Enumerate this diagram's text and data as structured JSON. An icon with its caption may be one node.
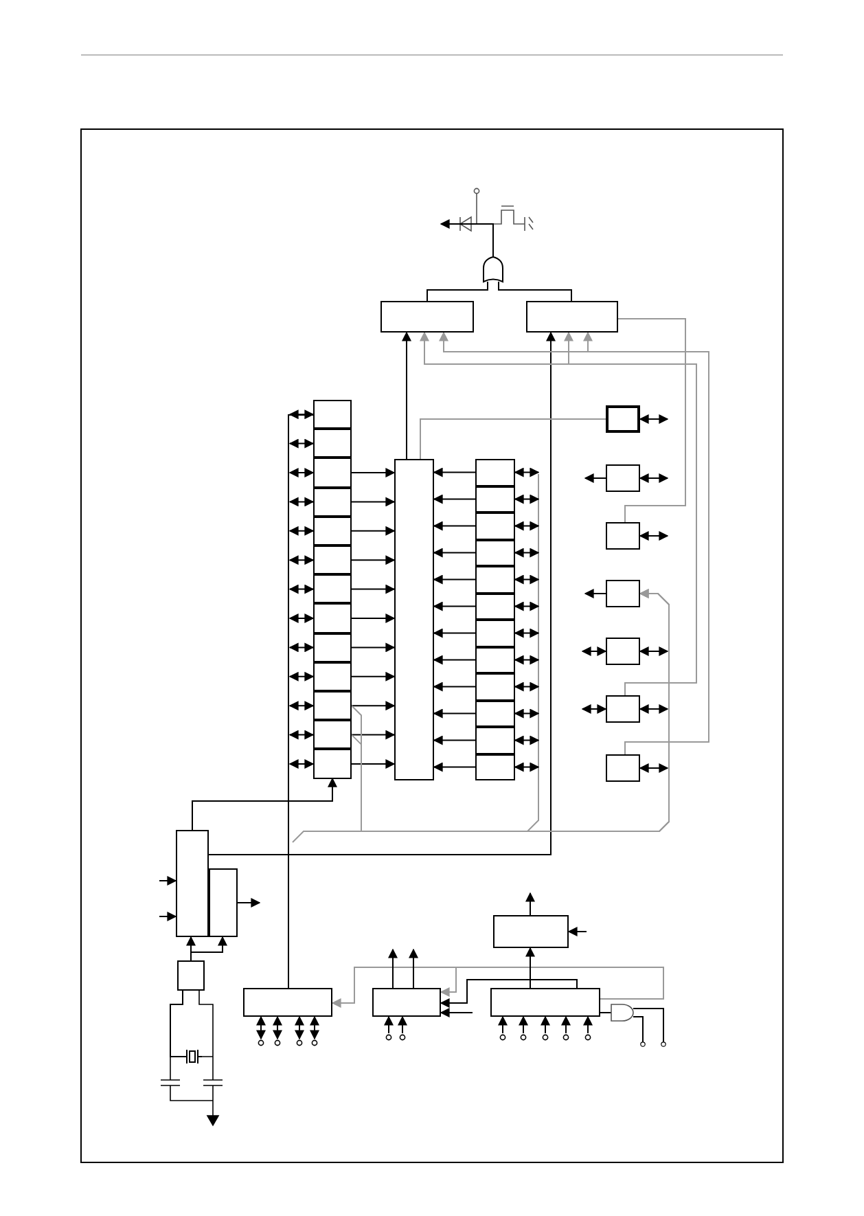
{
  "diagram": {
    "nodes": [
      {
        "text": [],
        "shape": "box"
      },
      {
        "text": [],
        "shape": "box"
      },
      {
        "text": [],
        "shape": "gate"
      },
      {
        "text": [],
        "shape": "box"
      },
      {
        "text": [],
        "shape": "box"
      },
      {
        "text": [],
        "shape": "box"
      },
      {
        "text": [],
        "shape": "box"
      },
      {
        "text": [],
        "shape": "box"
      },
      {
        "text": [],
        "shape": "box"
      },
      {
        "text": [],
        "shape": "box"
      },
      {
        "text": [],
        "shape": "box"
      },
      {
        "text": [],
        "shape": "box"
      },
      {
        "text": [],
        "shape": "box"
      },
      {
        "text": [],
        "shape": "box"
      },
      {
        "text": [],
        "shape": "box"
      },
      {
        "text": [],
        "shape": "box"
      },
      {
        "text": [],
        "shape": "bar"
      },
      {
        "text": [],
        "shape": "box"
      },
      {
        "text": [],
        "shape": "box"
      },
      {
        "text": [],
        "shape": "box"
      },
      {
        "text": [],
        "shape": "box"
      },
      {
        "text": [],
        "shape": "box"
      },
      {
        "text": [],
        "shape": "box"
      },
      {
        "text": [],
        "shape": "box"
      },
      {
        "text": [],
        "shape": "box"
      },
      {
        "text": [],
        "shape": "box"
      },
      {
        "text": [],
        "shape": "box"
      },
      {
        "text": [],
        "shape": "box"
      },
      {
        "text": [],
        "shape": "box"
      },
      {
        "text": [],
        "shape": "box"
      },
      {
        "text": [],
        "shape": "box"
      },
      {
        "text": [],
        "shape": "box"
      },
      {
        "text": [],
        "shape": "box"
      },
      {
        "text": [],
        "shape": "box"
      },
      {
        "text": [],
        "shape": "box"
      },
      {
        "text": [],
        "shape": "box"
      },
      {
        "text": [],
        "shape": "box"
      },
      {
        "text": [],
        "shape": "box"
      },
      {
        "text": [],
        "shape": "box"
      },
      {
        "text": [],
        "shape": "crystal"
      },
      {
        "text": [],
        "shape": "box"
      },
      {
        "text": [],
        "shape": "box"
      },
      {
        "text": [],
        "shape": "box"
      },
      {
        "text": [],
        "shape": "box"
      },
      {
        "text": [],
        "shape": "gate"
      }
    ],
    "edges": [
      {
        "from": 0,
        "to": 2,
        "arrow": "none"
      },
      {
        "from": 1,
        "to": 2,
        "arrow": "none"
      },
      {
        "from": 2,
        "to": null,
        "arrow": "to"
      },
      {
        "from": 16,
        "to": 0,
        "arrow": "to"
      },
      {
        "from": 36,
        "to": 1,
        "arrow": "to"
      },
      {
        "from": 34,
        "to": 0,
        "arrow": "to",
        "color": "#999999"
      },
      {
        "from": 34,
        "to": 1,
        "arrow": "to",
        "color": "#999999"
      },
      {
        "from": 35,
        "to": 0,
        "arrow": "to",
        "color": "#999999"
      },
      {
        "from": 35,
        "to": 1,
        "arrow": "to",
        "color": "#999999"
      },
      {
        "from": 29,
        "to": 16,
        "arrow": "none",
        "color": "#999999"
      },
      {
        "from": 1,
        "to": 31,
        "arrow": "none",
        "color": "#999999"
      },
      {
        "from": null,
        "to": 3,
        "arrow": "both"
      },
      {
        "from": null,
        "to": 4,
        "arrow": "both"
      },
      {
        "from": null,
        "to": 5,
        "arrow": "both"
      },
      {
        "from": null,
        "to": 6,
        "arrow": "both"
      },
      {
        "from": null,
        "to": 7,
        "arrow": "both"
      },
      {
        "from": null,
        "to": 8,
        "arrow": "both"
      },
      {
        "from": null,
        "to": 9,
        "arrow": "both"
      },
      {
        "from": null,
        "to": 10,
        "arrow": "both"
      },
      {
        "from": null,
        "to": 11,
        "arrow": "both"
      },
      {
        "from": null,
        "to": 12,
        "arrow": "both"
      },
      {
        "from": null,
        "to": 13,
        "arrow": "both"
      },
      {
        "from": null,
        "to": 14,
        "arrow": "both"
      },
      {
        "from": null,
        "to": 15,
        "arrow": "both"
      },
      {
        "from": 5,
        "to": 16,
        "arrow": "to"
      },
      {
        "from": 6,
        "to": 16,
        "arrow": "to"
      },
      {
        "from": 7,
        "to": 16,
        "arrow": "to"
      },
      {
        "from": 8,
        "to": 16,
        "arrow": "to"
      },
      {
        "from": 9,
        "to": 16,
        "arrow": "to"
      },
      {
        "from": 10,
        "to": 16,
        "arrow": "to"
      },
      {
        "from": 11,
        "to": 16,
        "arrow": "to"
      },
      {
        "from": 12,
        "to": 16,
        "arrow": "to"
      },
      {
        "from": 13,
        "to": 16,
        "arrow": "to"
      },
      {
        "from": 14,
        "to": 16,
        "arrow": "to"
      },
      {
        "from": 15,
        "to": 16,
        "arrow": "to"
      },
      {
        "from": 17,
        "to": 16,
        "arrow": "to"
      },
      {
        "from": 18,
        "to": 16,
        "arrow": "to"
      },
      {
        "from": 19,
        "to": 16,
        "arrow": "to"
      },
      {
        "from": 20,
        "to": 16,
        "arrow": "to"
      },
      {
        "from": 21,
        "to": 16,
        "arrow": "to"
      },
      {
        "from": 22,
        "to": 16,
        "arrow": "to"
      },
      {
        "from": 23,
        "to": 16,
        "arrow": "to"
      },
      {
        "from": 24,
        "to": 16,
        "arrow": "to"
      },
      {
        "from": 25,
        "to": 16,
        "arrow": "to"
      },
      {
        "from": 26,
        "to": 16,
        "arrow": "to"
      },
      {
        "from": 27,
        "to": 16,
        "arrow": "to"
      },
      {
        "from": 28,
        "to": 16,
        "arrow": "to"
      },
      {
        "from": 17,
        "to": null,
        "arrow": "both"
      },
      {
        "from": 18,
        "to": null,
        "arrow": "both"
      },
      {
        "from": 19,
        "to": null,
        "arrow": "both"
      },
      {
        "from": 20,
        "to": null,
        "arrow": "both"
      },
      {
        "from": 21,
        "to": null,
        "arrow": "both"
      },
      {
        "from": 22,
        "to": null,
        "arrow": "both"
      },
      {
        "from": 23,
        "to": null,
        "arrow": "both"
      },
      {
        "from": 24,
        "to": null,
        "arrow": "both"
      },
      {
        "from": 25,
        "to": null,
        "arrow": "both"
      },
      {
        "from": 26,
        "to": null,
        "arrow": "both"
      },
      {
        "from": 27,
        "to": null,
        "arrow": "both"
      },
      {
        "from": 28,
        "to": null,
        "arrow": "both"
      },
      {
        "from": 29,
        "to": null,
        "arrow": "both"
      },
      {
        "from": 30,
        "to": null,
        "arrow": "both"
      },
      {
        "from": 31,
        "to": null,
        "arrow": "both"
      },
      {
        "from": 33,
        "to": null,
        "arrow": "both"
      },
      {
        "from": 34,
        "to": null,
        "arrow": "both"
      },
      {
        "from": 35,
        "to": null,
        "arrow": "both"
      },
      {
        "from": 30,
        "to": null,
        "arrow": "to"
      },
      {
        "from": 32,
        "to": null,
        "arrow": "to"
      },
      {
        "from": null,
        "to": 33,
        "arrow": "both"
      },
      {
        "from": null,
        "to": 34,
        "arrow": "both"
      },
      {
        "from": 36,
        "to": 15,
        "arrow": "to"
      },
      {
        "from": 40,
        "to": 3,
        "arrow": "none"
      },
      {
        "from": 38,
        "to": 36,
        "arrow": "to"
      },
      {
        "from": 38,
        "to": 37,
        "arrow": "to"
      },
      {
        "from": 39,
        "to": 38,
        "arrow": "none"
      },
      {
        "from": null,
        "to": 36,
        "arrow": "to"
      },
      {
        "from": null,
        "to": 36,
        "arrow": "to"
      },
      {
        "from": 37,
        "to": null,
        "arrow": "to"
      },
      {
        "from": null,
        "to": 40,
        "arrow": "both"
      },
      {
        "from": null,
        "to": 40,
        "arrow": "both"
      },
      {
        "from": null,
        "to": 40,
        "arrow": "both"
      },
      {
        "from": null,
        "to": 40,
        "arrow": "both"
      },
      {
        "from": 43,
        "to": 40,
        "arrow": "to",
        "color": "#999999"
      },
      {
        "from": 43,
        "to": 41,
        "arrow": "to",
        "color": "#999999"
      },
      {
        "from": 43,
        "to": 41,
        "arrow": "to"
      },
      {
        "from": null,
        "to": 41,
        "arrow": "to"
      },
      {
        "from": 41,
        "to": null,
        "arrow": "to"
      },
      {
        "from": 41,
        "to": null,
        "arrow": "to"
      },
      {
        "from": null,
        "to": 41,
        "arrow": "to"
      },
      {
        "from": null,
        "to": 41,
        "arrow": "to"
      },
      {
        "from": 43,
        "to": 42,
        "arrow": "to"
      },
      {
        "from": null,
        "to": 42,
        "arrow": "to"
      },
      {
        "from": 42,
        "to": null,
        "arrow": "to"
      },
      {
        "from": null,
        "to": 43,
        "arrow": "to"
      },
      {
        "from": null,
        "to": 43,
        "arrow": "to"
      },
      {
        "from": null,
        "to": 43,
        "arrow": "to"
      },
      {
        "from": null,
        "to": 43,
        "arrow": "to"
      },
      {
        "from": null,
        "to": 43,
        "arrow": "to"
      },
      {
        "from": 43,
        "to": 44,
        "arrow": "none"
      },
      {
        "from": null,
        "to": 44,
        "arrow": "other"
      },
      {
        "from": null,
        "to": 44,
        "arrow": "other"
      },
      {
        "from": 13,
        "to": 32,
        "arrow": "to",
        "color": "#999999"
      },
      {
        "from": 14,
        "to": 32,
        "arrow": "to",
        "color": "#999999"
      }
    ]
  }
}
